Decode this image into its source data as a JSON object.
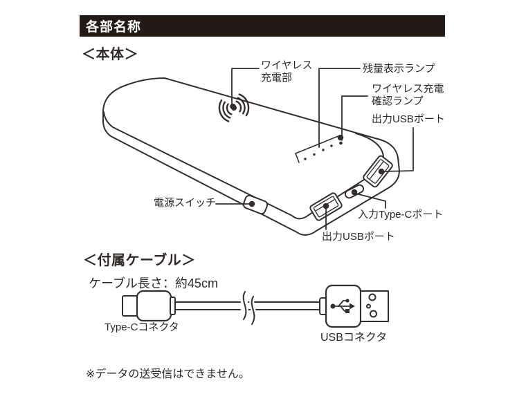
{
  "header": {
    "title": "各部名称"
  },
  "sections": {
    "body": {
      "title": "＜本体＞"
    },
    "cable": {
      "title": "＜付属ケーブル＞",
      "length_note": "ケーブル長さ：約45cm"
    }
  },
  "device_labels": {
    "wireless_charge_area_line1": "ワイヤレス",
    "wireless_charge_area_line2": "充電部",
    "battery_lamp": "残量表示ランプ",
    "wireless_confirm_lamp_line1": "ワイヤレス充電",
    "wireless_confirm_lamp_line2": "確認ランプ",
    "usb_out_top": "出力USBポート",
    "power_switch": "電源スイッチ",
    "typec_in": "入力Type-Cポート",
    "usb_out_bottom": "出力USBポート"
  },
  "cable_labels": {
    "typec_connector": "Type-Cコネクタ",
    "usb_connector": "USBコネクタ"
  },
  "footnote": "※データの送受信はできません。",
  "icons": {
    "wireless_charging": "wireless-charging-icon",
    "usb_trident": "usb-trident-icon"
  },
  "colors": {
    "ink": "#2f2826",
    "header_bg": "#241b17",
    "header_text": "#ffffff",
    "background": "#ffffff"
  }
}
